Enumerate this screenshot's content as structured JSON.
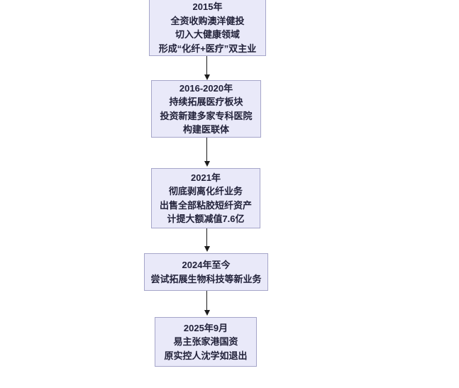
{
  "flowchart": {
    "description_type": "vertical-timeline-flowchart",
    "colors": {
      "background": "#ffffff",
      "box_fill": "#e9e9f9",
      "box_border": "#a5a5c9",
      "text": "#22223a",
      "arrow": "#1c1c1c"
    },
    "boxes": [
      {
        "id": "2015",
        "lines": [
          "2015年",
          "全资收购澳洋健投",
          "切入大健康领域",
          "形成“化纤+医疗”双主业"
        ]
      },
      {
        "id": "2016-2020",
        "lines": [
          "2016-2020年",
          "持续拓展医疗板块",
          "投资新建多家专科医院",
          "构建医联体"
        ]
      },
      {
        "id": "2021",
        "lines": [
          "2021年",
          "彻底剥离化纤业务",
          "出售全部粘胶短纤资产",
          "计提大额减值7.6亿"
        ]
      },
      {
        "id": "2024",
        "lines": [
          "2024年至今",
          "尝试拓展生物科技等新业务"
        ]
      },
      {
        "id": "2025-09",
        "lines": [
          "2025年9月",
          "易主张家港国资",
          "原实控人沈学如退出"
        ]
      }
    ]
  }
}
